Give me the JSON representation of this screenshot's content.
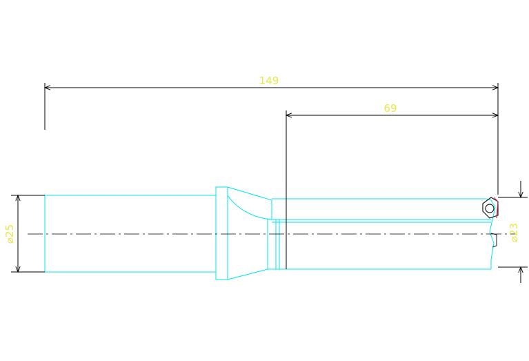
{
  "dimensions": {
    "overall_length": "149",
    "flute_length": "69",
    "shank_diameter": "⌀25",
    "cutting_diameter": "⌀23"
  },
  "colors": {
    "outline": "#00e5ee",
    "dimension_line": "#000000",
    "dimension_text": "#e8e84a",
    "insert": "#1a1a1a",
    "insert_accent": "#c0304a",
    "background": "#ffffff"
  }
}
